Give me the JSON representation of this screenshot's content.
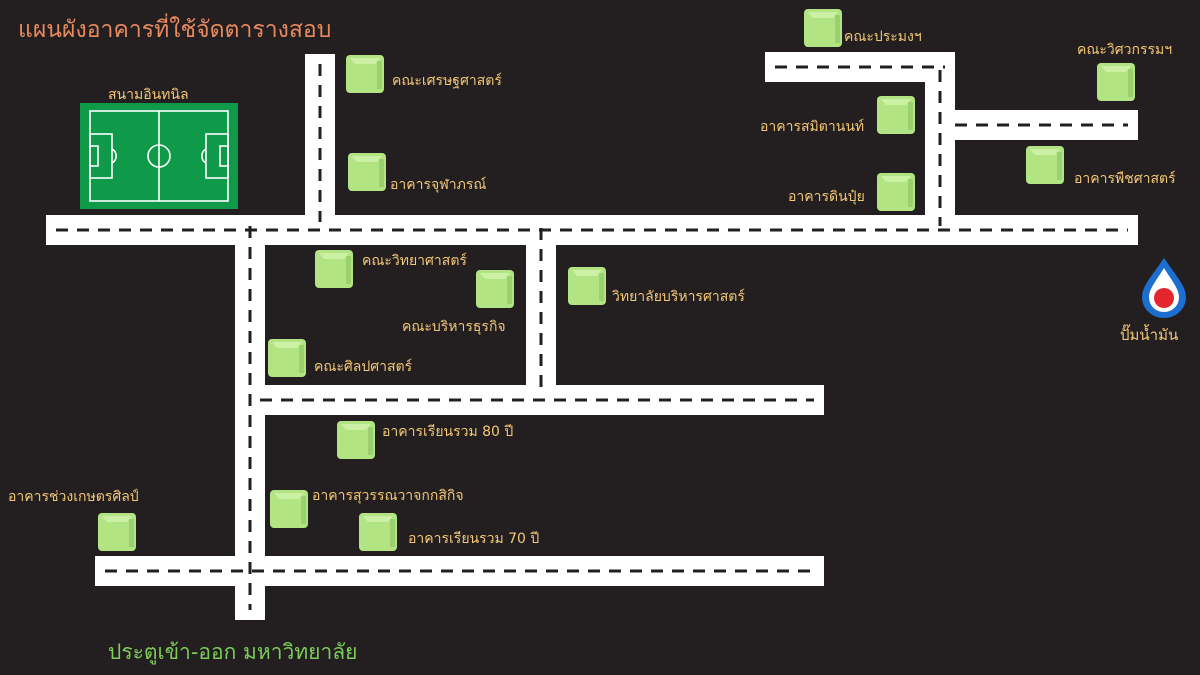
{
  "title": "แผนผังอาคารที่ใช้จัดตารางสอบ",
  "gate_label": "ประตูเข้า-ออก มหาวิทยาลัย",
  "stadium_label": "สนามอินทนิล",
  "gas_station_label": "ปั๊มน้ำมัน",
  "icons": {
    "building": "building-cube-icon",
    "stadium": "football-field-icon",
    "gas": "gas-station-flame-icon"
  },
  "colors": {
    "background": "#231f20",
    "road": "#ffffff",
    "road_dash": "#231f20",
    "building": "#b3e483",
    "label": "#f3c776",
    "title": "#e98a5e",
    "gate": "#7ccd57",
    "field": "#0f9a4a"
  },
  "buildings": [
    "คณะประมงฯ",
    "คณะวิศวกรรมฯ",
    "คณะเศรษฐศาสตร์",
    "อาคารสมิตานนท์",
    "อาคารจุฬาภรณ์",
    "อาคารดินปุ๋ย",
    "อาคารพืชศาสตร์",
    "คณะวิทยาศาสตร์",
    "วิทยาลัยบริหารศาสตร์",
    "คณะบริหารธุรกิจ",
    "คณะศิลปศาสตร์",
    "อาคารเรียนรวม 80 ปี",
    "อาคารช่วงเกษตรศิลป์",
    "อาคารสุวรรณวาจกกสิกิจ",
    "อาคารเรียนรวม 70 ปี"
  ]
}
